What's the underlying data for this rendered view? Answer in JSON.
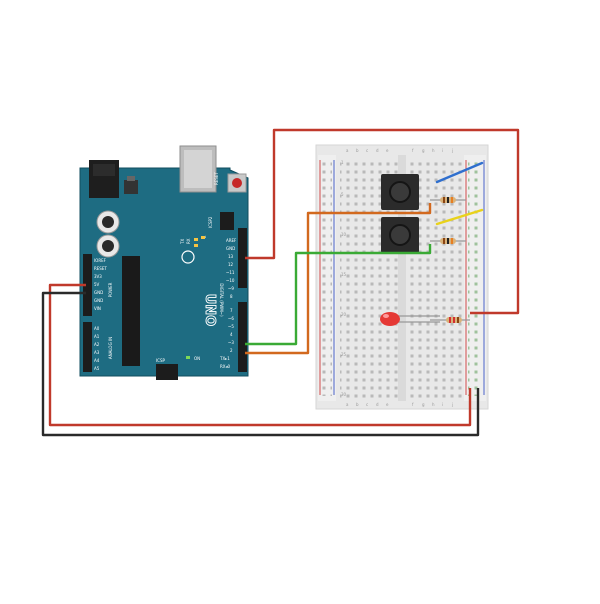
{
  "arduino": {
    "model": "UNO",
    "reset_label": "RESET",
    "icsp_label": "ICSP",
    "icsp2_label": "ICSP2",
    "tx_label": "TX",
    "rx_label": "RX",
    "l_label": "L",
    "on_label": "ON",
    "digital_label": "DIGITAL (PWM~)",
    "analog_label": "ANALOG IN",
    "power_label": "POWER",
    "power_pins": [
      "IOREF",
      "RESET",
      "3V3",
      "5V",
      "GND",
      "GND",
      "VIN"
    ],
    "analog_pins": [
      "A0",
      "A1",
      "A2",
      "A3",
      "A4",
      "A5"
    ],
    "top_header_pins": [
      "AREF",
      "GND",
      "13",
      "12",
      "~11",
      "~10",
      "~9",
      "8"
    ],
    "bottom_header_pins": [
      "7",
      "~6",
      "~5",
      "4",
      "~3",
      "2",
      "TX▸1",
      "RX◂0"
    ]
  },
  "breadboard": {
    "column_letters_left": [
      "a",
      "b",
      "c",
      "d",
      "e"
    ],
    "column_letters_right": [
      "f",
      "g",
      "h",
      "i",
      "j"
    ],
    "row_numbers": [
      "1",
      "5",
      "10",
      "15",
      "20",
      "25",
      "30"
    ]
  },
  "colors": {
    "board": "#1e6c82",
    "board_dark": "#124e5f",
    "wire_red": "#c0392b",
    "wire_black": "#2a2a2a",
    "wire_green": "#3aaa35",
    "wire_orange": "#d2691e",
    "wire_blue": "#2f6fce",
    "wire_yellow": "#e9d21a",
    "led": "#e53935",
    "breadboard": "#e8e8e8"
  }
}
